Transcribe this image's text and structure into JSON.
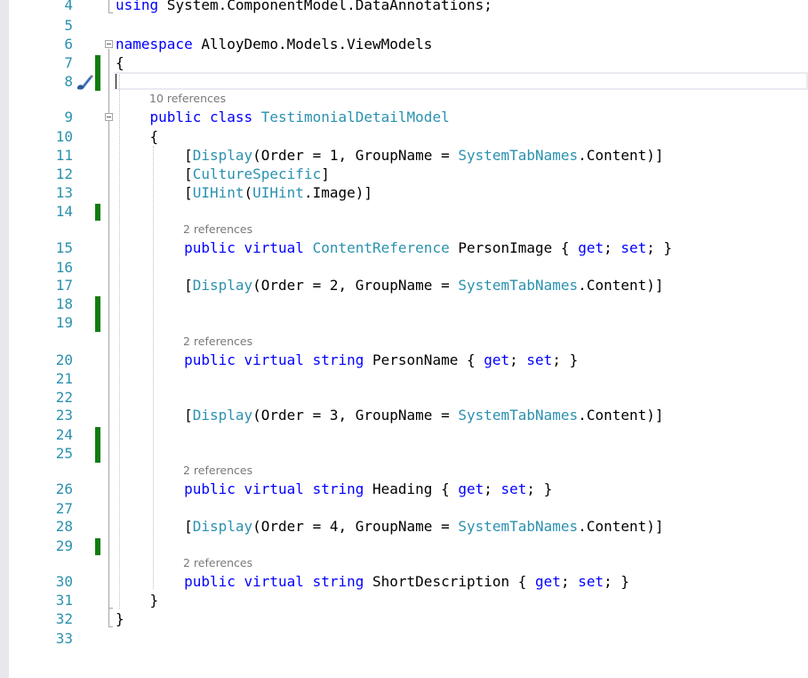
{
  "editor": {
    "lines": [
      {
        "num": "4",
        "segments": [
          {
            "t": "using",
            "c": "kw"
          },
          {
            "t": " System.ComponentModel.DataAnnotations;"
          }
        ]
      },
      {
        "num": "5",
        "segments": []
      },
      {
        "num": "6",
        "segments": [
          {
            "t": "namespace",
            "c": "kw"
          },
          {
            "t": " AlloyDemo.Models.ViewModels"
          }
        ]
      },
      {
        "num": "7",
        "segments": [
          {
            "t": "{"
          }
        ]
      },
      {
        "num": "8",
        "segments": []
      },
      {
        "num": "9",
        "codelens": "10 references",
        "segments": [
          {
            "t": "    "
          },
          {
            "t": "public",
            "c": "kw"
          },
          {
            "t": " "
          },
          {
            "t": "class",
            "c": "kw"
          },
          {
            "t": " "
          },
          {
            "t": "TestimonialDetailModel",
            "c": "ty"
          }
        ]
      },
      {
        "num": "10",
        "segments": [
          {
            "t": "    {"
          }
        ]
      },
      {
        "num": "11",
        "segments": [
          {
            "t": "        ["
          },
          {
            "t": "Display",
            "c": "ty"
          },
          {
            "t": "(Order = 1, GroupName = "
          },
          {
            "t": "SystemTabNames",
            "c": "ty"
          },
          {
            "t": ".Content)]"
          }
        ]
      },
      {
        "num": "12",
        "segments": [
          {
            "t": "        ["
          },
          {
            "t": "CultureSpecific",
            "c": "ty"
          },
          {
            "t": "]"
          }
        ]
      },
      {
        "num": "13",
        "segments": [
          {
            "t": "        ["
          },
          {
            "t": "UIHint",
            "c": "ty"
          },
          {
            "t": "("
          },
          {
            "t": "UIHint",
            "c": "ty"
          },
          {
            "t": ".Image)]"
          }
        ]
      },
      {
        "num": "14",
        "segments": []
      },
      {
        "num": "15",
        "codelens": "2 references",
        "segments": [
          {
            "t": "        "
          },
          {
            "t": "public",
            "c": "kw"
          },
          {
            "t": " "
          },
          {
            "t": "virtual",
            "c": "kw"
          },
          {
            "t": " "
          },
          {
            "t": "ContentReference",
            "c": "ty"
          },
          {
            "t": " PersonImage { "
          },
          {
            "t": "get",
            "c": "kw"
          },
          {
            "t": "; "
          },
          {
            "t": "set",
            "c": "kw"
          },
          {
            "t": "; }"
          }
        ]
      },
      {
        "num": "16",
        "segments": []
      },
      {
        "num": "17",
        "segments": [
          {
            "t": "        ["
          },
          {
            "t": "Display",
            "c": "ty"
          },
          {
            "t": "(Order = 2, GroupName = "
          },
          {
            "t": "SystemTabNames",
            "c": "ty"
          },
          {
            "t": ".Content)]"
          }
        ]
      },
      {
        "num": "18",
        "segments": []
      },
      {
        "num": "19",
        "segments": []
      },
      {
        "num": "20",
        "codelens": "2 references",
        "segments": [
          {
            "t": "        "
          },
          {
            "t": "public",
            "c": "kw"
          },
          {
            "t": " "
          },
          {
            "t": "virtual",
            "c": "kw"
          },
          {
            "t": " "
          },
          {
            "t": "string",
            "c": "kw"
          },
          {
            "t": " PersonName { "
          },
          {
            "t": "get",
            "c": "kw"
          },
          {
            "t": "; "
          },
          {
            "t": "set",
            "c": "kw"
          },
          {
            "t": "; }"
          }
        ]
      },
      {
        "num": "21",
        "segments": []
      },
      {
        "num": "22",
        "segments": []
      },
      {
        "num": "23",
        "segments": [
          {
            "t": "        ["
          },
          {
            "t": "Display",
            "c": "ty"
          },
          {
            "t": "(Order = 3, GroupName = "
          },
          {
            "t": "SystemTabNames",
            "c": "ty"
          },
          {
            "t": ".Content)]"
          }
        ]
      },
      {
        "num": "24",
        "segments": []
      },
      {
        "num": "25",
        "segments": []
      },
      {
        "num": "26",
        "codelens": "2 references",
        "segments": [
          {
            "t": "        "
          },
          {
            "t": "public",
            "c": "kw"
          },
          {
            "t": " "
          },
          {
            "t": "virtual",
            "c": "kw"
          },
          {
            "t": " "
          },
          {
            "t": "string",
            "c": "kw"
          },
          {
            "t": " Heading { "
          },
          {
            "t": "get",
            "c": "kw"
          },
          {
            "t": "; "
          },
          {
            "t": "set",
            "c": "kw"
          },
          {
            "t": "; }"
          }
        ]
      },
      {
        "num": "27",
        "segments": []
      },
      {
        "num": "28",
        "segments": [
          {
            "t": "        ["
          },
          {
            "t": "Display",
            "c": "ty"
          },
          {
            "t": "(Order = 4, GroupName = "
          },
          {
            "t": "SystemTabNames",
            "c": "ty"
          },
          {
            "t": ".Content)]"
          }
        ]
      },
      {
        "num": "29",
        "segments": []
      },
      {
        "num": "30",
        "codelens": "2 references",
        "segments": [
          {
            "t": "        "
          },
          {
            "t": "public",
            "c": "kw"
          },
          {
            "t": " "
          },
          {
            "t": "virtual",
            "c": "kw"
          },
          {
            "t": " "
          },
          {
            "t": "string",
            "c": "kw"
          },
          {
            "t": " ShortDescription { "
          },
          {
            "t": "get",
            "c": "kw"
          },
          {
            "t": "; "
          },
          {
            "t": "set",
            "c": "kw"
          },
          {
            "t": "; }"
          }
        ]
      },
      {
        "num": "31",
        "segments": [
          {
            "t": "    }"
          }
        ]
      },
      {
        "num": "32",
        "segments": [
          {
            "t": "}"
          }
        ]
      },
      {
        "num": "33",
        "segments": []
      }
    ],
    "changed_lines": [
      "7",
      "8",
      "14",
      "18",
      "19",
      "24",
      "25",
      "29"
    ],
    "caret_line": "8",
    "icons": {
      "quick_action": "paintbrush-icon",
      "fold": "collapse-box-icon"
    },
    "colors": {
      "keyword": "#0000ff",
      "type": "#2b91af",
      "line_number": "#2b91af",
      "change_bar": "#107c10",
      "codelens": "#7a7a7a"
    }
  }
}
